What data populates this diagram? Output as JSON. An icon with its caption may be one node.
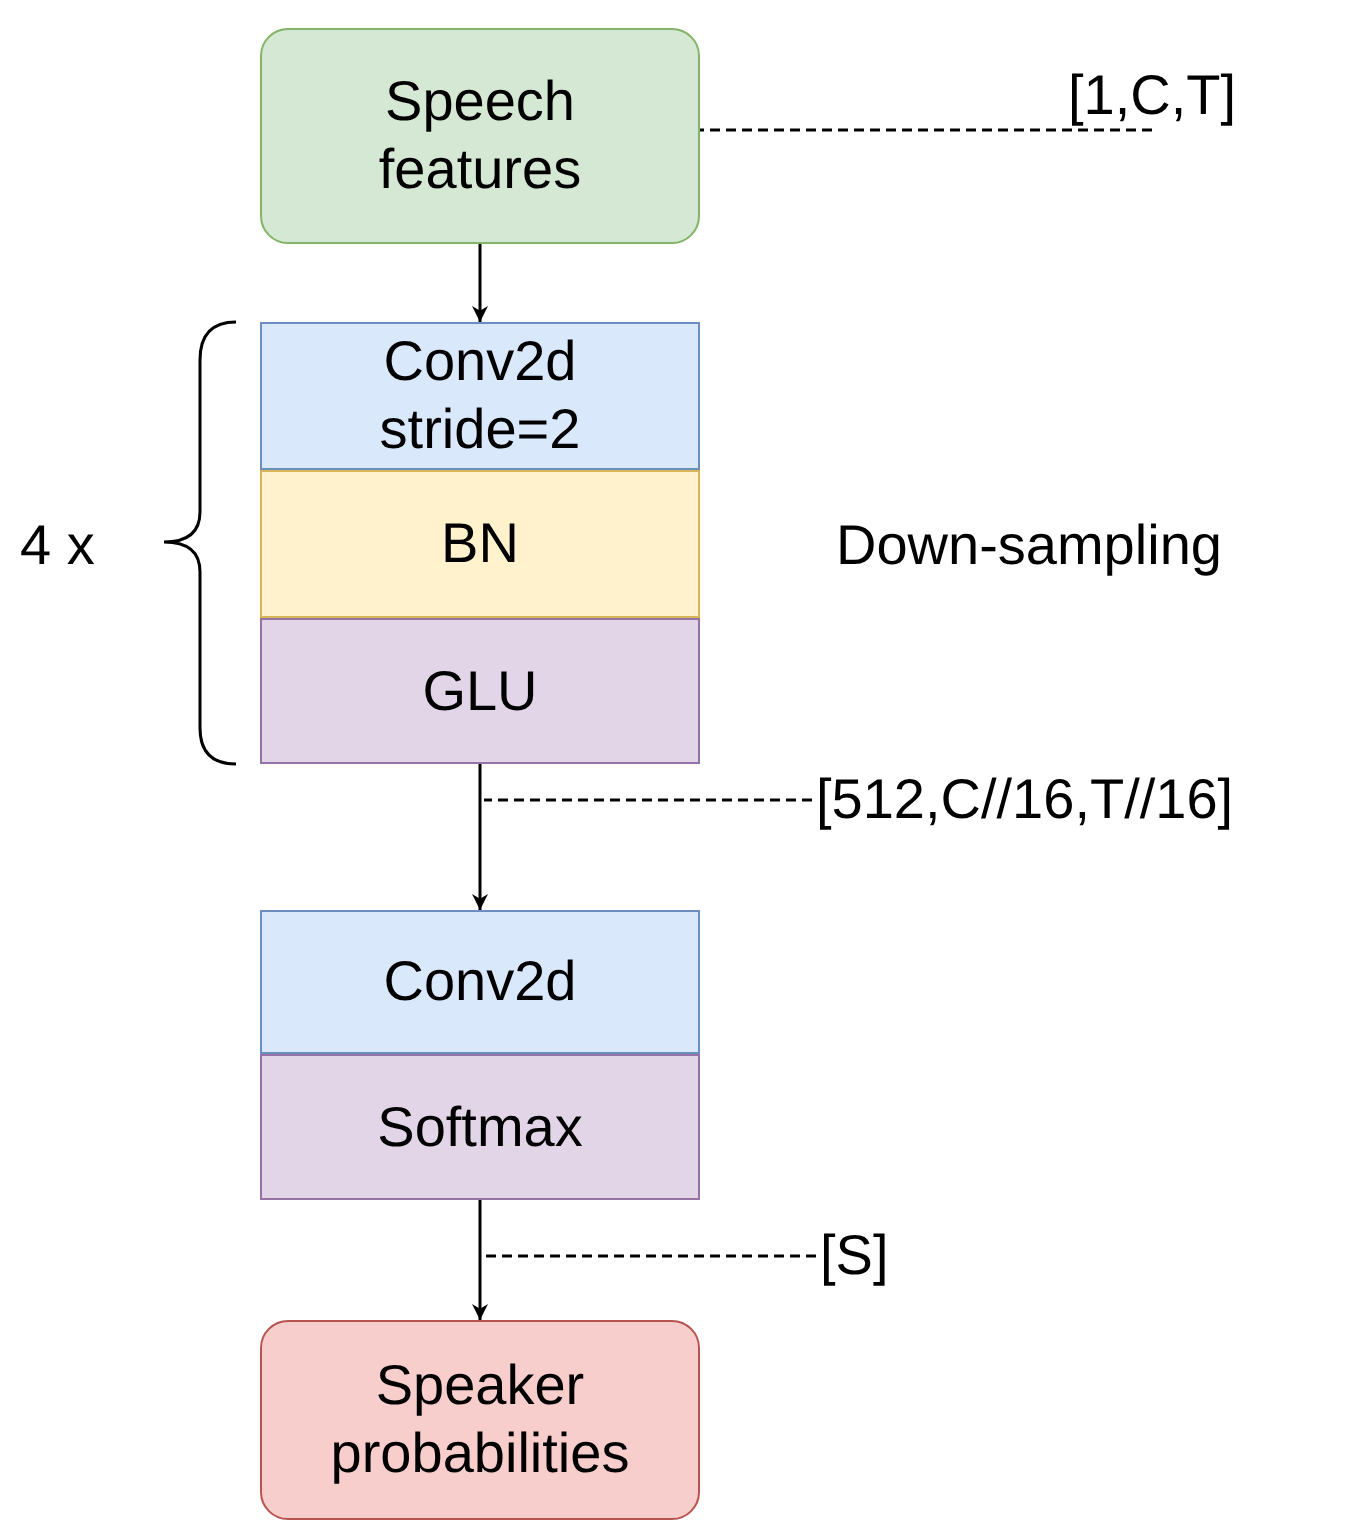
{
  "diagram": {
    "nodes": [
      {
        "text": [
          "Speech features"
        ]
      },
      {
        "text": [
          "[1,C,T]"
        ]
      },
      {
        "text": [
          "Conv2d stride=2"
        ]
      },
      {
        "text": [
          "BN"
        ]
      },
      {
        "text": [
          "GLU"
        ]
      },
      {
        "text": [
          "[512,C//16,T//16]"
        ]
      },
      {
        "text": [
          "Conv2d"
        ]
      },
      {
        "text": [
          "Softmax"
        ]
      },
      {
        "text": [
          "[S]"
        ]
      },
      {
        "text": [
          "Speaker probabilities"
        ]
      }
    ],
    "edges": [
      {
        "from": 0,
        "to": 2,
        "arrow": "to"
      },
      {
        "from": 4,
        "to": 6,
        "arrow": "to"
      },
      {
        "from": 7,
        "to": 9,
        "arrow": "to"
      },
      {
        "from": 1,
        "to": 0,
        "arrow": "none",
        "style": "dashed"
      },
      {
        "from": 5,
        "to": null,
        "arrow": "none",
        "style": "dashed"
      },
      {
        "from": 8,
        "to": null,
        "arrow": "none",
        "style": "dashed"
      }
    ],
    "labels": [
      "4 x",
      "Down-sampling"
    ]
  }
}
